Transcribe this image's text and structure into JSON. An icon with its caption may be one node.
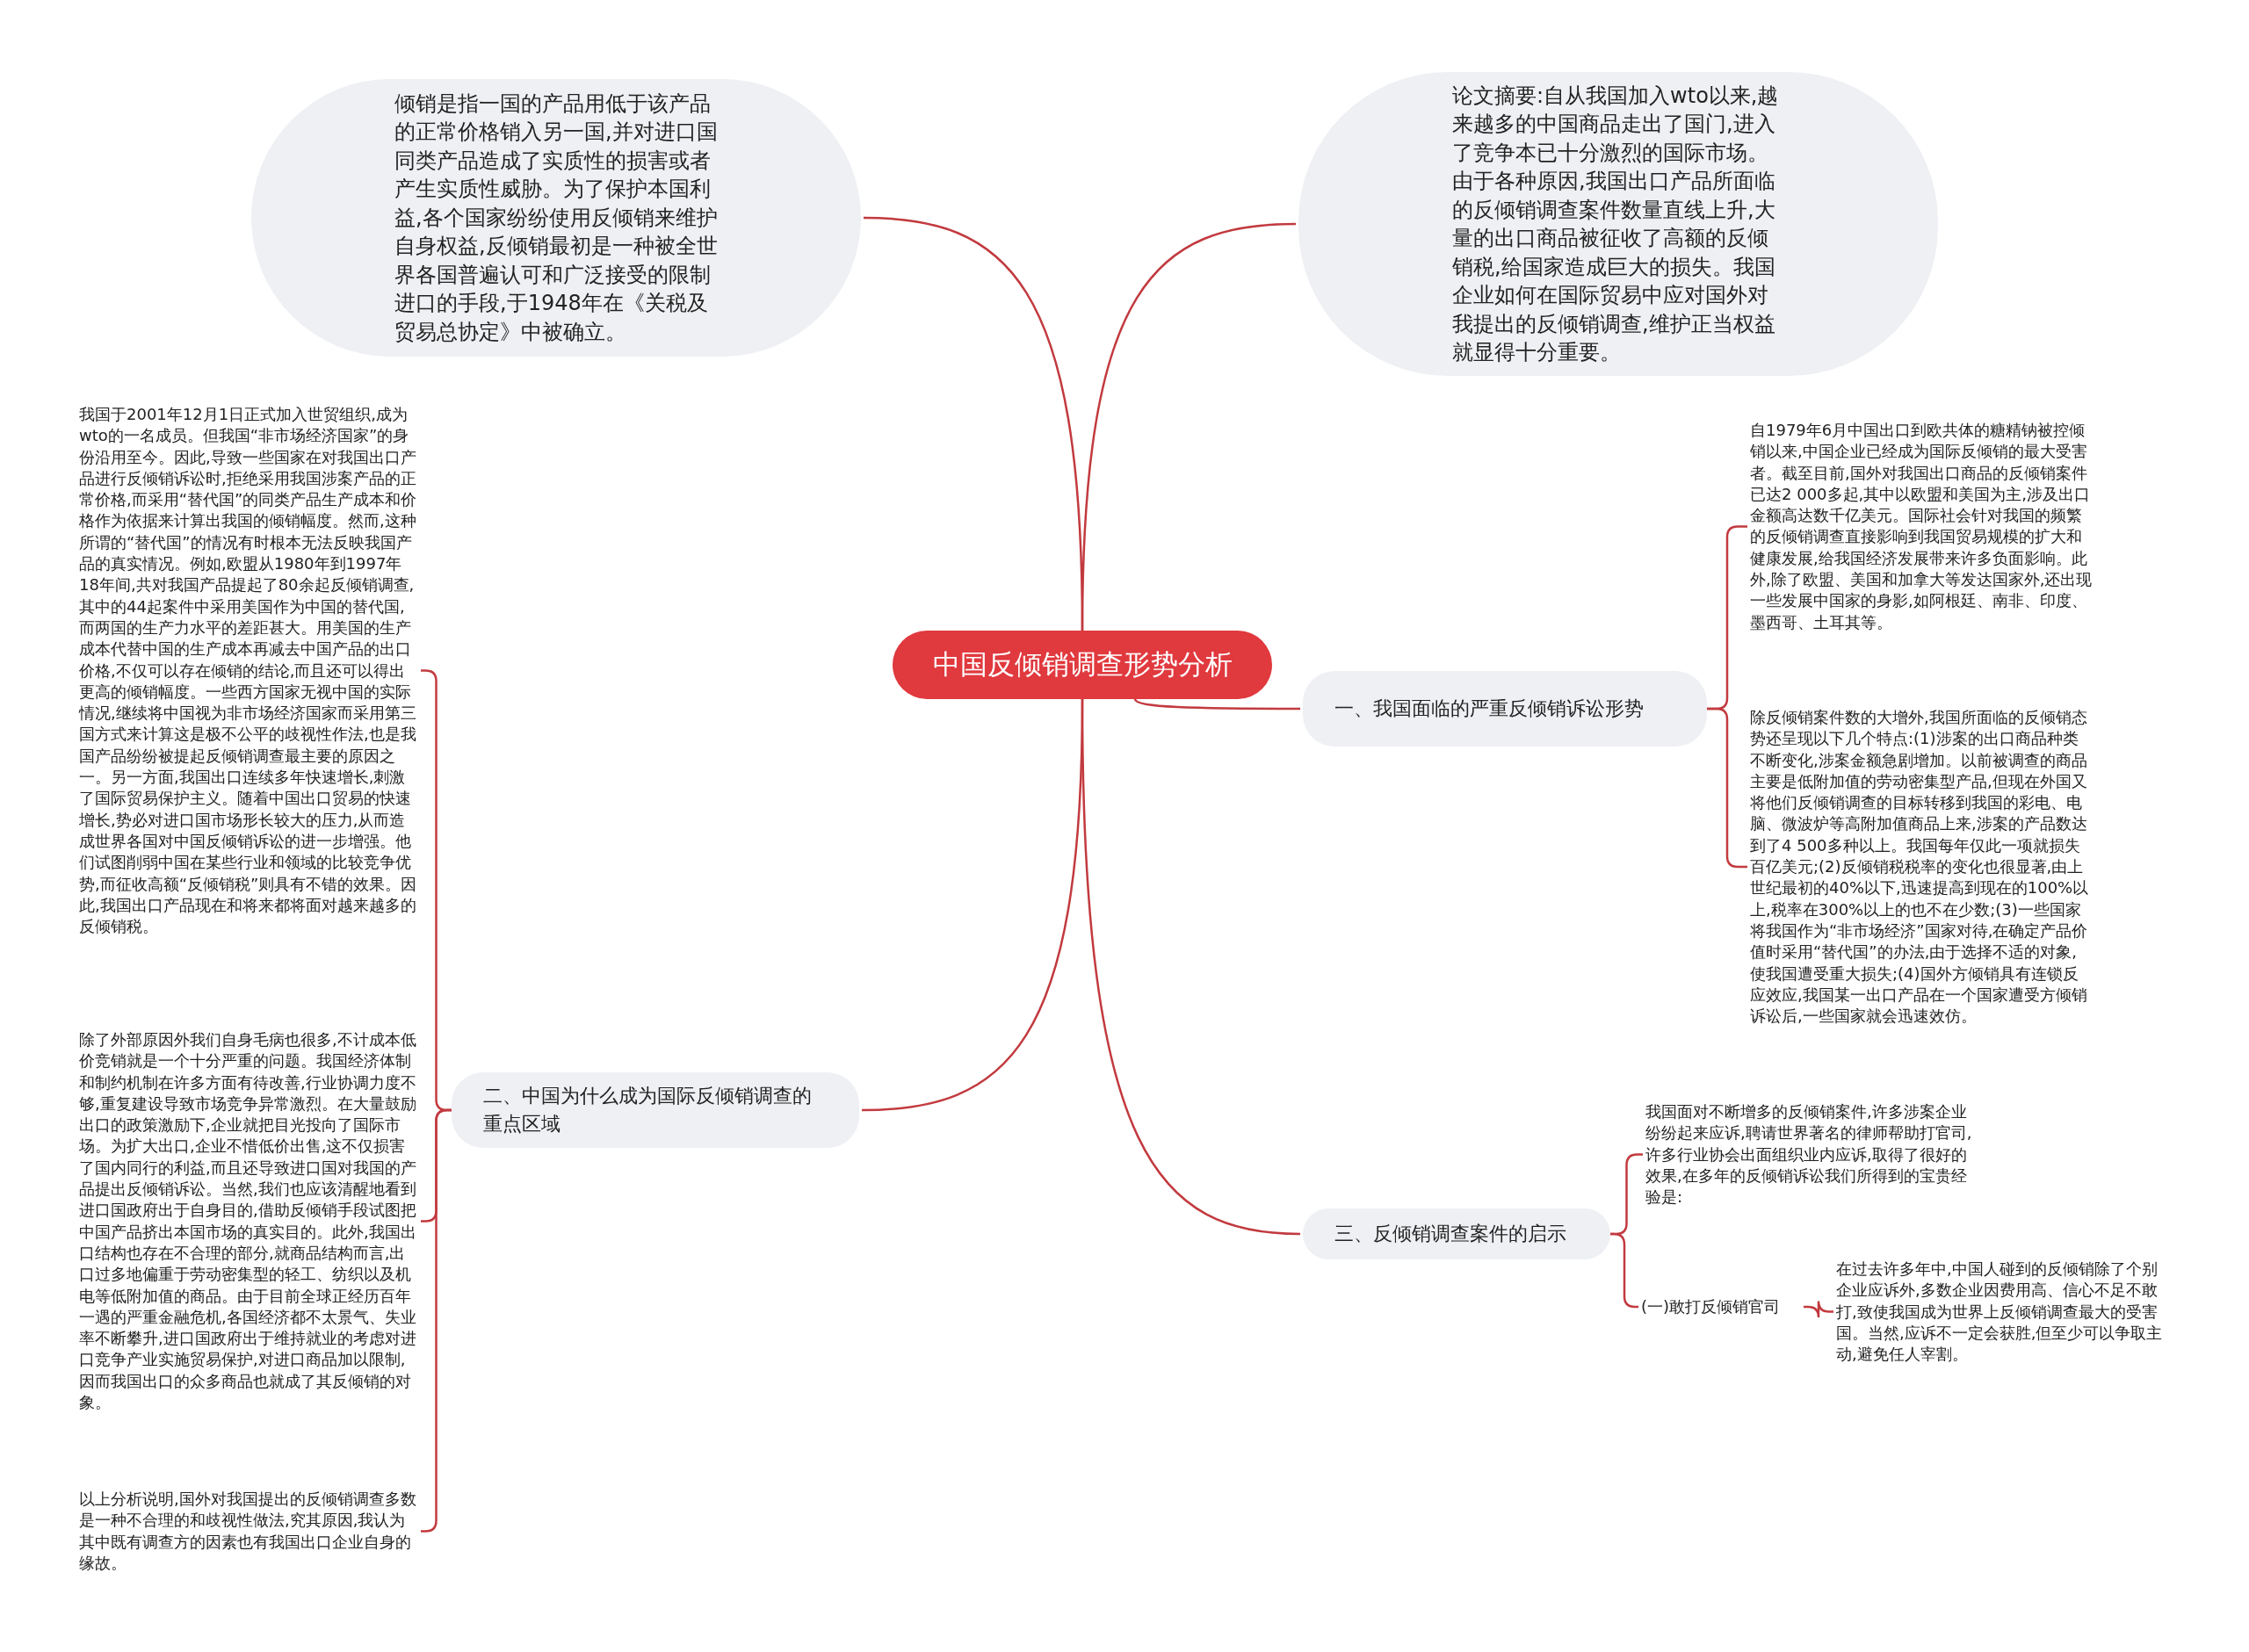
{
  "diagram": {
    "nodes": [
      {
        "text": [
          "中国反倾销调查形势分析"
        ]
      },
      {
        "text": [
          "倾销是指一国的产品用低于该产品的正常价格销入另一国,并对进口国同类产品造成了实质性的损害或者产生实质性威胁。为了保护本国利益,各个国家纷纷使用反倾销来维护自身权益,反倾销最初是一种被全世界各国普遍认可和广泛接受的限制进口的手段,于1948年在《关税及贸易总协定》中被确立。"
        ]
      },
      {
        "text": [
          "论文摘要:自从我国加入wto以来,越来越多的中国商品走出了国门,进入了竞争本已十分激烈的国际市场。由于各种原因,我国出口产品所面临的反倾销调查案件数量直线上升,大量的出口商品被征收了高额的反倾销税,给国家造成巨大的损失。我国企业如何在国际贸易中应对国外对我提出的反倾销调查,维护正当权益就显得十分重要。"
        ]
      },
      {
        "text": [
          "一、我国面临的严重反倾销诉讼形势"
        ]
      },
      {
        "text": [
          "自1979年6月中国出口到欧共体的糖精钠被控倾销以来,中国企业已经成为国际反倾销的最大受害者。截至目前,国外对我国出口商品的反倾销案件已达2 000多起,其中以欧盟和美国为主,涉及出口金额高达数千亿美元。国际社会针对我国的频繁的反倾销调查直接影响到我国贸易规模的扩大和健康发展,给我国经济发展带来许多负面影响。此外,除了欧盟、美国和加拿大等发达国家外,还出现一些发展中国家的身影,如阿根廷、南非、印度、墨西哥、土耳其等。"
        ]
      },
      {
        "text": [
          "除反倾销案件数的大增外,我国所面临的反倾销态势还呈现以下几个特点:(1)涉案的出口商品种类不断变化,涉案金额急剧增加。以前被调查的商品主要是低附加值的劳动密集型产品,但现在外国又将他们反倾销调查的目标转移到我国的彩电、电脑、微波炉等高附加值商品上来,涉案的产品数达到了4 500多种以上。我国每年仅此一项就损失百亿美元;(2)反倾销税税率的变化也很显著,由上世纪最初的40%以下,迅速提高到现在的100%以上,税率在300%以上的也不在少数;(3)一些国家将我国作为“非市场经济”国家对待,在确定产品价值时采用“替代国”的办法,由于选择不适的对象,使我国遭受重大损失;(4)国外方倾销具有连锁反应效应,我国某一出口产品在一个国家遭受方倾销诉讼后,一些国家就会迅速效仿。"
        ]
      },
      {
        "text": [
          "二、中国为什么成为国际反倾销调查的重点区域"
        ]
      },
      {
        "text": [
          "我国于2001年12月1日正式加入世贸组织,成为wto的一名成员。但我国“非市场经济国家”的身份沿用至今。因此,导致一些国家在对我国出口产品进行反倾销诉讼时,拒绝采用我国涉案产品的正常价格,而采用“替代国”的同类产品生产成本和价格作为依据来计算出我国的倾销幅度。然而,这种所谓的“替代国”的情况有时根本无法反映我国产品的真实情况。例如,欧盟从1980年到1997年18年间,共对我国产品提起了80余起反倾销调查,其中的44起案件中采用美国作为中国的替代国,而两国的生产力水平的差距甚大。用美国的生产成本代替中国的生产成本再减去中国产品的出口价格,不仅可以存在倾销的结论,而且还可以得出更高的倾销幅度。一些西方国家无视中国的实际情况,继续将中国视为非市场经济国家而采用第三国方式来计算这是极不公平的歧视性作法,也是我国产品纷纷被提起反倾销调查最主要的原因之一。另一方面,我国出口连续多年快速增长,刺激了国际贸易保护主义。随着中国出口贸易的快速增长,势必对进口国市场形长较大的压力,从而造成世界各国对中国反倾销诉讼的进一步增强。他们试图削弱中国在某些行业和领域的比较竞争优势,而征收高额“反倾销税”则具有不错的效果。因此,我国出口产品现在和将来都将面对越来越多的反倾销税。"
        ]
      },
      {
        "text": [
          "除了外部原因外我们自身毛病也很多,不计成本低价竞销就是一个十分严重的问题。我国经济体制和制约机制在许多方面有待改善,行业协调力度不够,重复建设导致市场竞争异常激烈。在大量鼓励出口的政策激励下,企业就把目光投向了国际市场。为扩大出口,企业不惜低价出售,这不仅损害了国内同行的利益,而且还导致进口国对我国的产品提出反倾销诉讼。当然,我们也应该清醒地看到进口国政府出于自身目的,借助反倾销手段试图把中国产品挤出本国市场的真实目的。此外,我国出口结构也存在不合理的部分,就商品结构而言,出口过多地偏重于劳动密集型的轻工、纺织以及机电等低附加值的商品。由于目前全球正经历百年一遇的严重金融危机,各国经济都不太景气、失业率不断攀升,进口国政府出于维持就业的考虑对进口竞争产业实施贸易保护,对进口商品加以限制,因而我国出口的众多商品也就成了其反倾销的对象。"
        ]
      },
      {
        "text": [
          "以上分析说明,国外对我国提出的反倾销调查多数是一种不合理的和歧视性做法,究其原因,我认为其中既有调查方的因素也有我国出口企业自身的缘故。"
        ]
      },
      {
        "text": [
          "三、反倾销调查案件的启示"
        ]
      },
      {
        "text": [
          "我国面对不断增多的反倾销案件,许多涉案企业纷纷起来应诉,聘请世界著名的律师帮助打官司,许多行业协会出面组织业内应诉,取得了很好的效果,在多年的反倾销诉讼我们所得到的宝贵经验是:"
        ]
      },
      {
        "text": [
          "(一)敢打反倾销官司"
        ]
      },
      {
        "text": [
          "在过去许多年中,中国人碰到的反倾销除了个别企业应诉外,多数企业因费用高、信心不足不敢打,致使我国成为世界上反倾销调查最大的受害国。当然,应诉不一定会获胜,但至少可以争取主动,避免任人宰割。"
        ]
      }
    ],
    "edges": [
      {
        "from": 0,
        "to": 1,
        "arrow": "none"
      },
      {
        "from": 0,
        "to": 2,
        "arrow": "none"
      },
      {
        "from": 0,
        "to": 3,
        "arrow": "none"
      },
      {
        "from": 3,
        "to": 4,
        "arrow": "none"
      },
      {
        "from": 3,
        "to": 5,
        "arrow": "none"
      },
      {
        "from": 0,
        "to": 6,
        "arrow": "none"
      },
      {
        "from": 6,
        "to": 7,
        "arrow": "none"
      },
      {
        "from": 6,
        "to": 8,
        "arrow": "none"
      },
      {
        "from": 6,
        "to": 9,
        "arrow": "none"
      },
      {
        "from": 0,
        "to": 10,
        "arrow": "none"
      },
      {
        "from": 10,
        "to": 11,
        "arrow": "none"
      },
      {
        "from": 10,
        "to": 12,
        "arrow": "none"
      },
      {
        "from": 12,
        "to": 13,
        "arrow": "none"
      }
    ]
  }
}
